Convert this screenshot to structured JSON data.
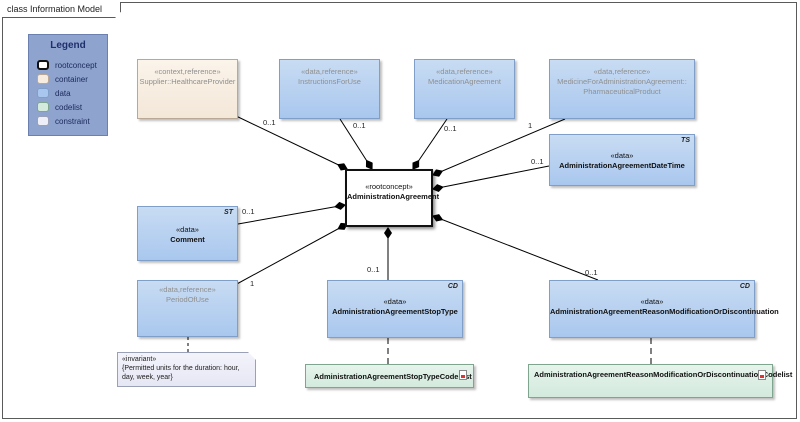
{
  "frame": {
    "title": "class Information Model"
  },
  "legend": {
    "title": "Legend",
    "items": [
      {
        "label": "rootconcept",
        "color": "#ffffff",
        "border": "#111111"
      },
      {
        "label": "container",
        "color": "#f6ecdf",
        "border": "#b9a895"
      },
      {
        "label": "data",
        "color": "#a9c7ee",
        "border": "#7f9fc8"
      },
      {
        "label": "codelist",
        "color": "#d3eadd",
        "border": "#7fa58e"
      },
      {
        "label": "constraint",
        "color": "#eeeef8",
        "border": "#9aa0b5"
      }
    ]
  },
  "classes": {
    "root": {
      "stereo": "«rootconcept»",
      "name": "AdministrationAgreement"
    },
    "provider": {
      "stereo": "«context,reference»",
      "name": "Supplier::HealthcareProvider"
    },
    "instructions": {
      "stereo": "«data,reference»",
      "name": "InstructionsForUse"
    },
    "medication": {
      "stereo": "«data,reference»",
      "name": "MedicationAgreement"
    },
    "medicine": {
      "stereo": "«data,reference»",
      "name": "MedicineForAdministrationAgreement::",
      "name2": "PharmaceuticalProduct"
    },
    "datetime": {
      "stereo": "«data»",
      "name": "AdministrationAgreementDateTime",
      "tag": "TS"
    },
    "comment": {
      "stereo": "«data»",
      "name": "Comment",
      "tag": "ST"
    },
    "period": {
      "stereo": "«data,reference»",
      "name": "PeriodOfUse"
    },
    "stoptype": {
      "stereo": "«data»",
      "name": "AdministrationAgreementStopType",
      "tag": "CD"
    },
    "reason": {
      "stereo": "«data»",
      "name": "AdministrationAgreementReasonModificationOrDiscontinuation",
      "tag": "CD"
    },
    "stopcodes": {
      "name": "AdministrationAgreementStopTypeCodeList"
    },
    "reasoncodes": {
      "name": "AdministrationAgreementReasonModificationOrDiscontinuationCodelist"
    }
  },
  "note": {
    "stereo": "«invariant»",
    "text": "{Permitted units for the duration: hour, day, week, year}"
  },
  "multiplicities": {
    "provider": "0..1",
    "instructions": "0..1",
    "medication": "0..1",
    "medicine": "1",
    "datetime": "0..1",
    "comment": "0..1",
    "period": "1",
    "stoptype": "0..1",
    "reason": "0..1"
  }
}
